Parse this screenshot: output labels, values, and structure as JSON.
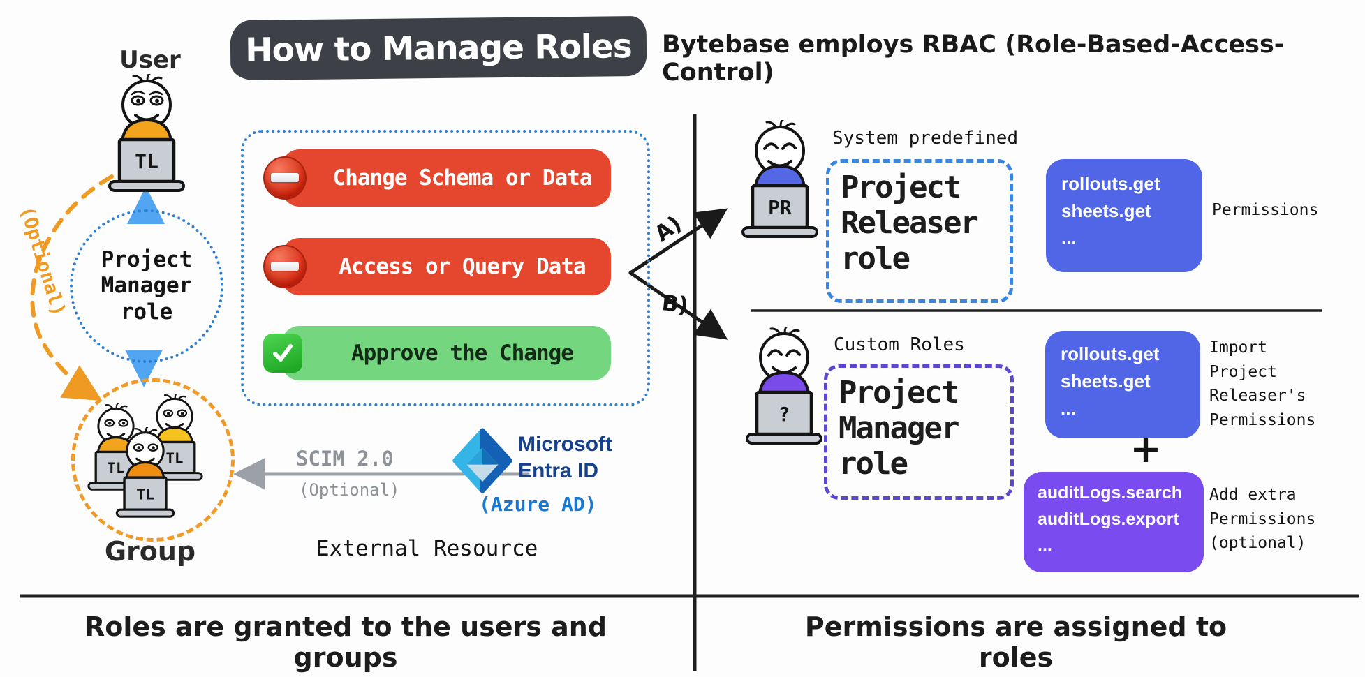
{
  "banner": {
    "title": "How to Manage Roles"
  },
  "subtitle": "Bytebase employs RBAC (Role-Based-Access-Control)",
  "user": {
    "label": "User",
    "device": "TL"
  },
  "role_circle": {
    "lines": [
      "Project",
      "Manager",
      "role"
    ]
  },
  "optional_curve_label": "(Optional)",
  "group": {
    "label": "Group",
    "devices": [
      "TL",
      "TL",
      "TL"
    ]
  },
  "actions": [
    {
      "label": "Change Schema or Data",
      "type": "deny"
    },
    {
      "label": "Access or Query Data",
      "type": "deny"
    },
    {
      "label": "Approve the Change",
      "type": "allow"
    }
  ],
  "branches": {
    "a": "A)",
    "b": "B)"
  },
  "system_section": {
    "header": "System predefined",
    "device": "PR",
    "role_lines": [
      "Project",
      "Releaser",
      "role"
    ],
    "permission_box": [
      "rollouts.get",
      "sheets.get",
      "..."
    ],
    "permissions_label": "Permissions"
  },
  "custom_section": {
    "header": "Custom Roles",
    "device": "?",
    "role_lines": [
      "Project",
      "Manager",
      "role"
    ],
    "imported_box": [
      "rollouts.get",
      "sheets.get",
      "..."
    ],
    "imported_note": [
      "Import",
      "Project",
      "Releaser's",
      "Permissions"
    ],
    "plus": "+",
    "extra_box": [
      "auditLogs.search",
      "auditLogs.export",
      "..."
    ],
    "extra_note": [
      "Add extra",
      "Permissions",
      "(optional)"
    ]
  },
  "scim": {
    "label": "SCIM 2.0",
    "optional": "(Optional)"
  },
  "entra": {
    "line1": "Microsoft",
    "line2": "Entra ID",
    "alias": "(Azure AD)"
  },
  "external_resource_label": "External Resource",
  "captions": {
    "left": "Roles are granted to the users and groups",
    "right": "Permissions are assigned to roles"
  },
  "colors": {
    "banner_dark": "#3d4147",
    "deny_red": "#e5472e",
    "allow_green": "#74d67e",
    "permission_blue": "#5066e6",
    "permission_purple": "#7a4cf0",
    "role_border_blue": "#2d7fd3",
    "custom_border_purple": "#5b48cf",
    "group_orange": "#f09a28",
    "entra_navy": "#16418f",
    "azure_blue": "#1878d2",
    "scim_gray": "#8d9298"
  }
}
